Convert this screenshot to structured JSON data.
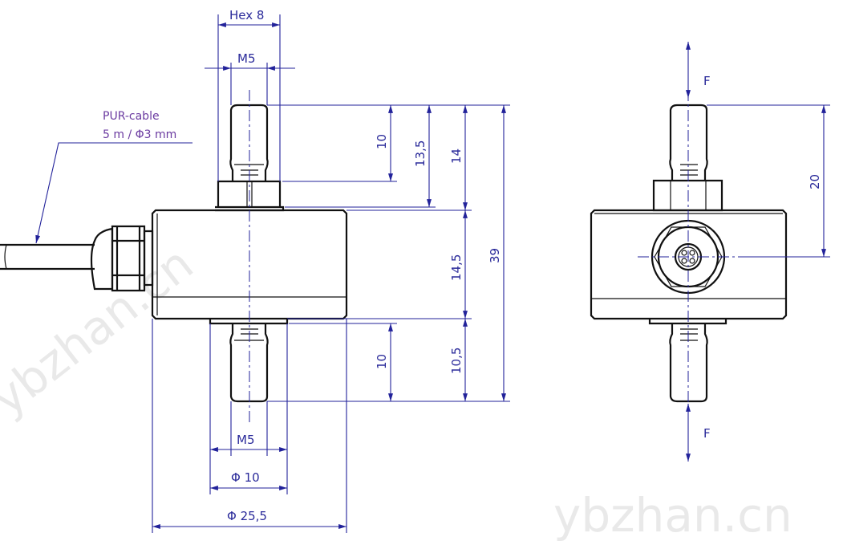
{
  "watermark": "ybzhan.cn",
  "left_view": {
    "hex_label": "Hex  8",
    "m5_top_label": "M5",
    "m5_bottom_label": "M5",
    "dia10_label": "Φ 10",
    "dia25_label": "Φ 25,5",
    "cable_line1": "PUR-cable",
    "cable_line2": "5 m / Φ3 mm",
    "dims": {
      "top_thread": "10",
      "top_to_body": "13,5",
      "top_stud": "14",
      "body": "14,5",
      "bottom_stud": "10,5",
      "overall": "39",
      "bottom_thread": "10"
    }
  },
  "right_view": {
    "dim_center": "20",
    "force_top": "F",
    "force_bottom": "F"
  },
  "colors": {
    "outline": "#111111",
    "dimension": "#22229a"
  }
}
